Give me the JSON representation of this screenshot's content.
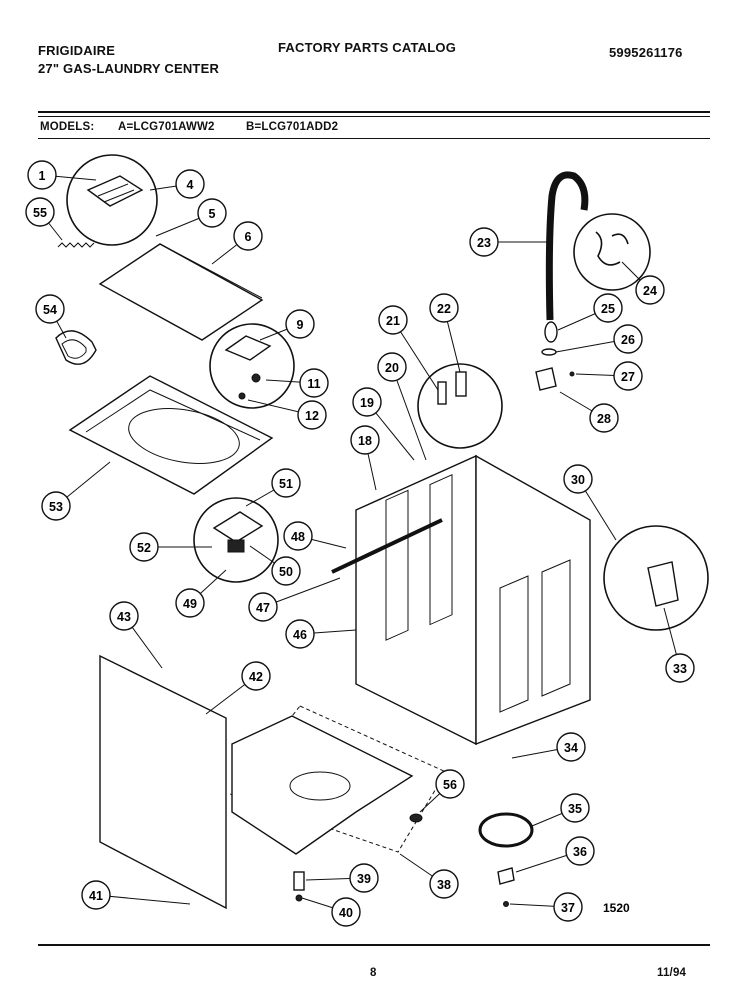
{
  "header": {
    "brand": "FRIGIDAIRE",
    "product": "27\" GAS-LAUNDRY CENTER",
    "catalog_title": "FACTORY PARTS CATALOG",
    "catalog_number": "5995261176"
  },
  "models": {
    "label": "MODELS:",
    "model_a": "A=LCG701AWW2",
    "model_b": "B=LCG701ADD2"
  },
  "diagram": {
    "figure_code": "1520",
    "callouts": [
      "1",
      "4",
      "55",
      "5",
      "6",
      "54",
      "9",
      "11",
      "12",
      "53",
      "51",
      "52",
      "50",
      "49",
      "23",
      "24",
      "25",
      "26",
      "27",
      "28",
      "21",
      "22",
      "20",
      "19",
      "18",
      "48",
      "47",
      "46",
      "30",
      "33",
      "43",
      "42",
      "56",
      "34",
      "35",
      "36",
      "37",
      "39",
      "38",
      "40",
      "41"
    ]
  },
  "footer": {
    "page_number": "8",
    "date": "11/94"
  }
}
